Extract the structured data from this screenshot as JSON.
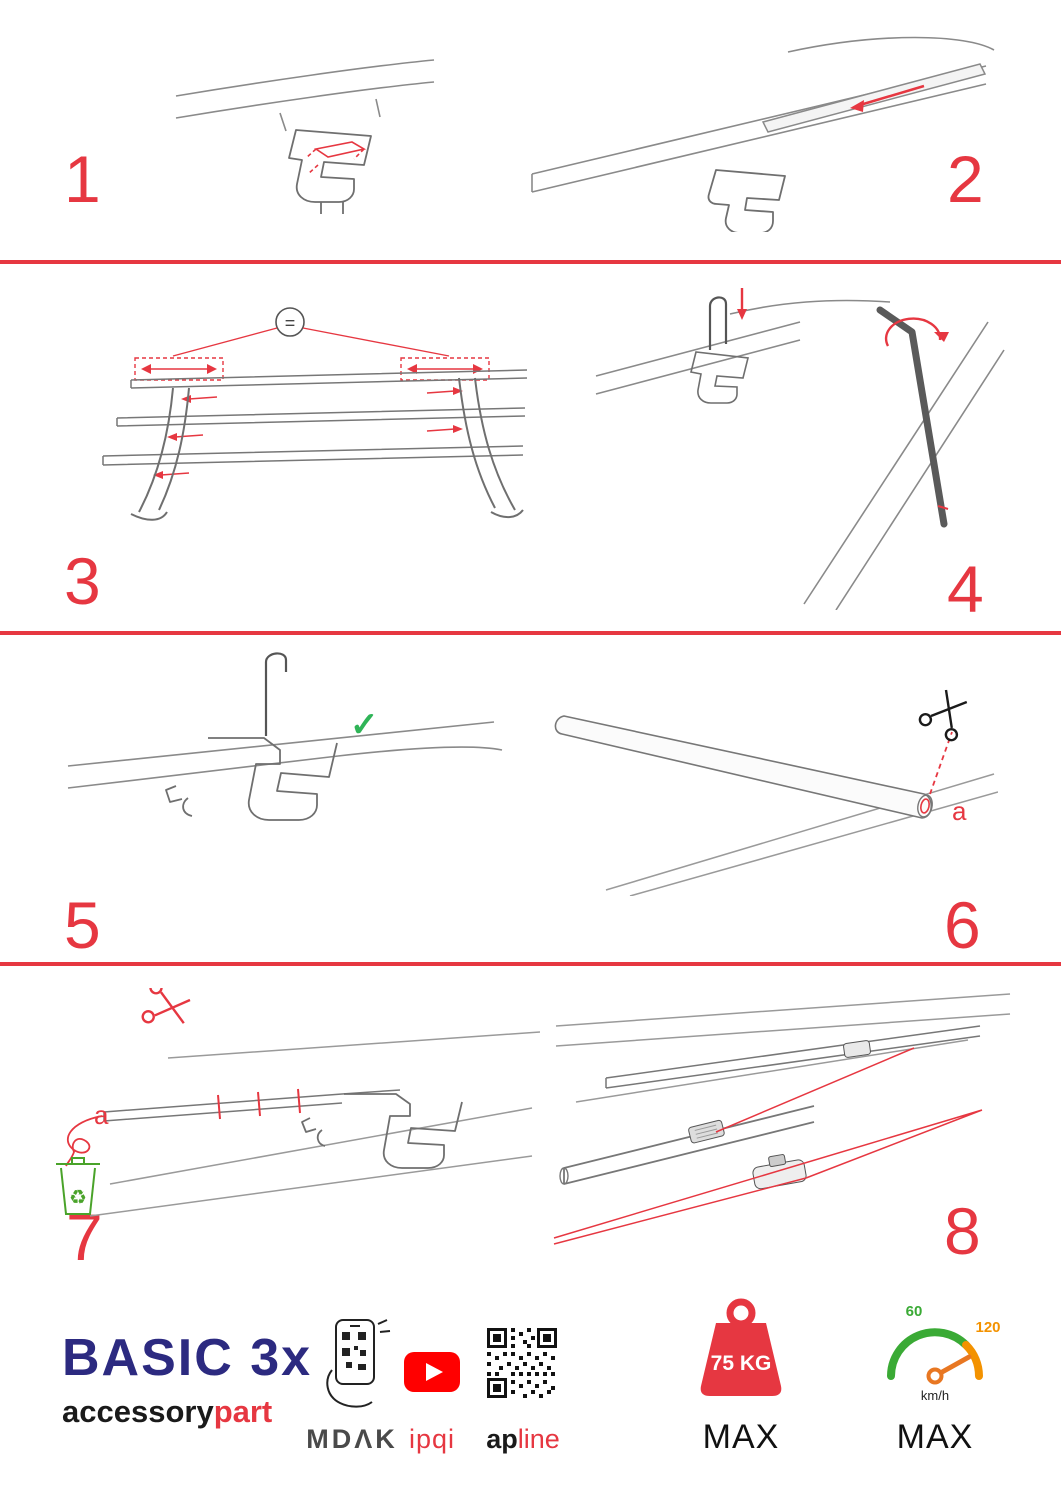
{
  "steps": [
    "1",
    "2",
    "3",
    "4",
    "5",
    "6",
    "7",
    "8"
  ],
  "annotations": {
    "equal_sign": "=",
    "checkmark": "✓",
    "cut_label": "a",
    "recycle_symbol": "♻"
  },
  "footer": {
    "product_name": "BASIC 3x",
    "brand": {
      "prefix": "accessory",
      "suffix": "part"
    },
    "logos": {
      "mdak": "MDΛK",
      "ipqi": "ipqi",
      "apline_prefix": "ap",
      "apline_suffix": "line"
    },
    "weight": {
      "value": "75 KG",
      "max": "MAX"
    },
    "speed": {
      "low": "60",
      "high": "120",
      "unit": "km/h",
      "max": "MAX"
    }
  },
  "colors": {
    "accent_red": "#e63741",
    "brand_navy": "#2c2a80",
    "green": "#3aaa35",
    "orange": "#f39200"
  }
}
